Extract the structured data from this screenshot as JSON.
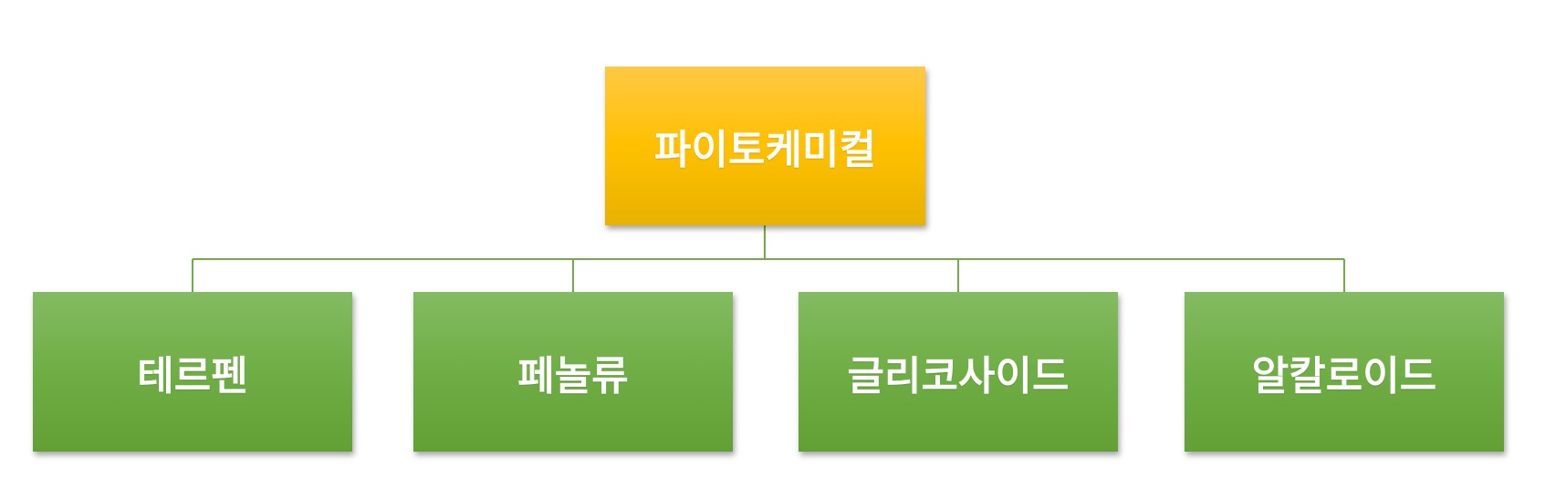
{
  "root": {
    "label": "파이토케미컬",
    "color": "#ffc000"
  },
  "children": [
    {
      "label": "테르펜"
    },
    {
      "label": "페놀류"
    },
    {
      "label": "글리코사이드"
    },
    {
      "label": "알칼로이드"
    }
  ],
  "colors": {
    "child_fill": "#6fae45",
    "connector": "#70ad47",
    "text": "#ffffff"
  }
}
